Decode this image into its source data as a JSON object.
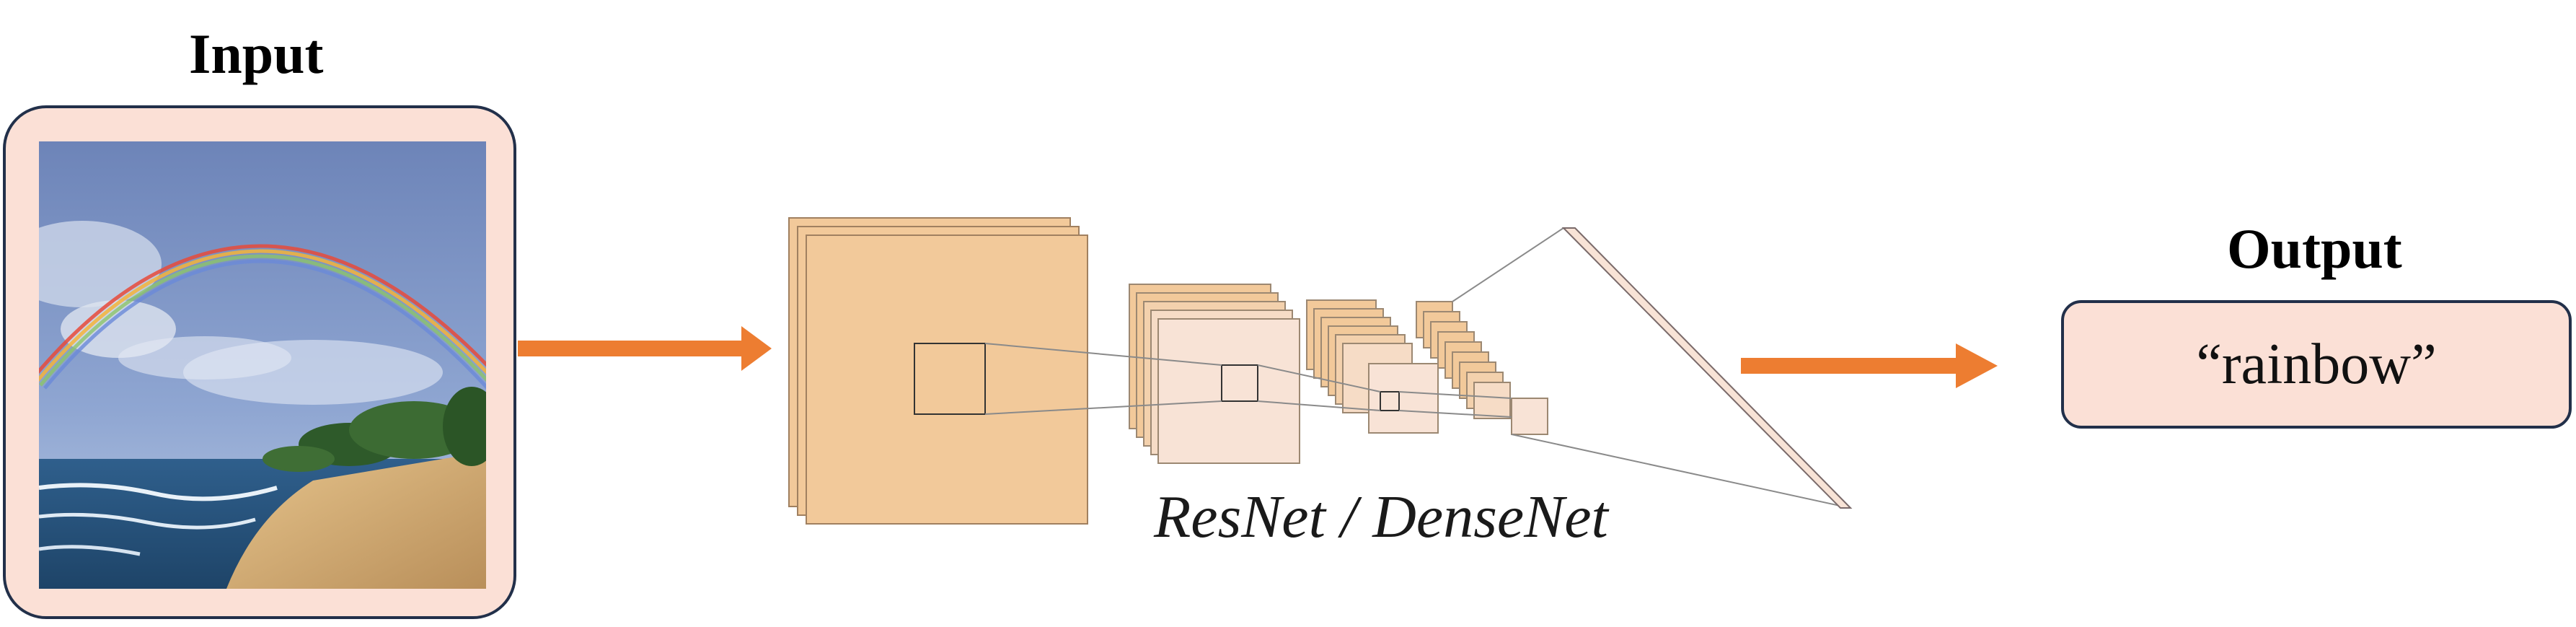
{
  "input": {
    "title": "Input"
  },
  "output": {
    "title": "Output",
    "value": "“rainbow”"
  },
  "architecture": {
    "label": "ResNet / DenseNet"
  },
  "colors": {
    "arrow": "#ed7d31",
    "feature_map_fill": "#f2c99a",
    "feature_map_light": "#f8e3d6",
    "box_fill": "#fbe0d6",
    "box_border": "#22304a"
  }
}
